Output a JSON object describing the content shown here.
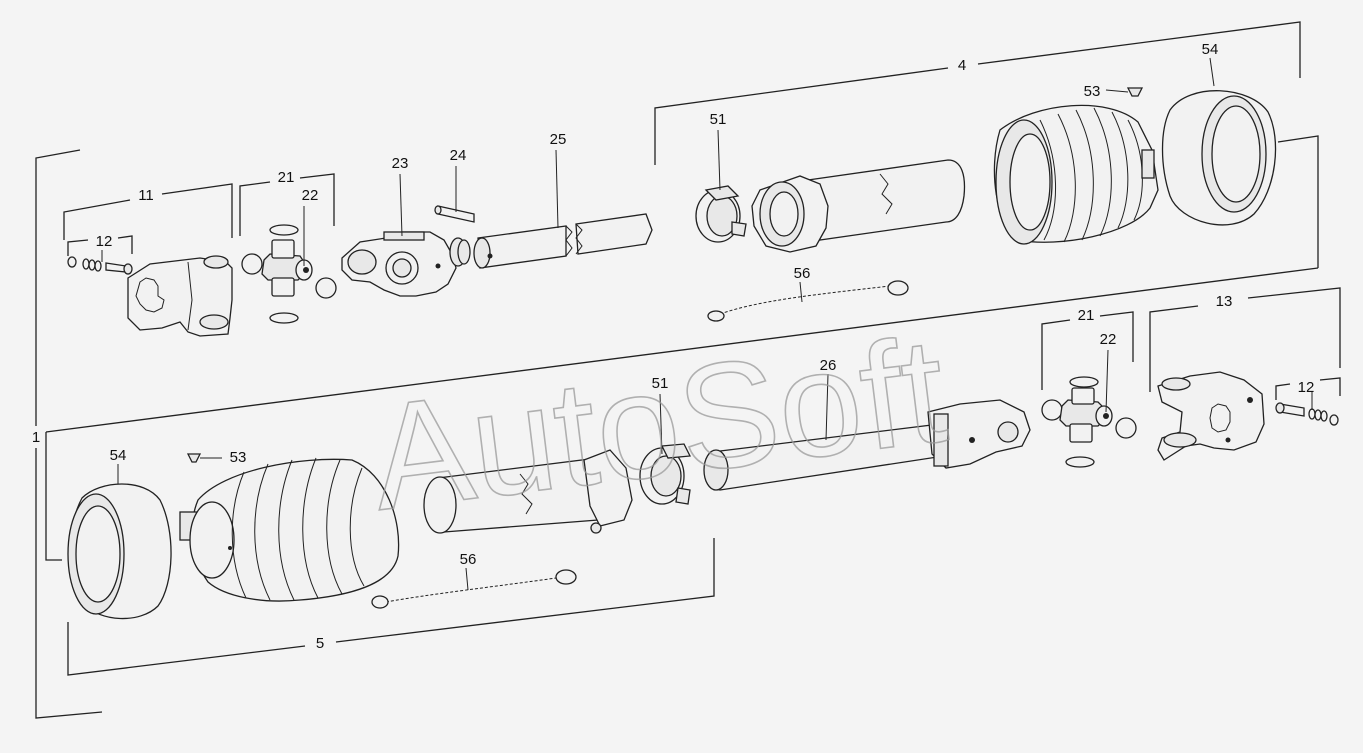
{
  "watermark": "AutoSoft",
  "callouts": {
    "c1": "1",
    "c4": "4",
    "c5": "5",
    "c11": "11",
    "c12a": "12",
    "c12b": "12",
    "c13": "13",
    "c21a": "21",
    "c21b": "21",
    "c22a": "22",
    "c22b": "22",
    "c23": "23",
    "c24": "24",
    "c25": "25",
    "c26": "26",
    "c51a": "51",
    "c51b": "51",
    "c53a": "53",
    "c53b": "53",
    "c54a": "54",
    "c54b": "54",
    "c56a": "56",
    "c56b": "56"
  }
}
